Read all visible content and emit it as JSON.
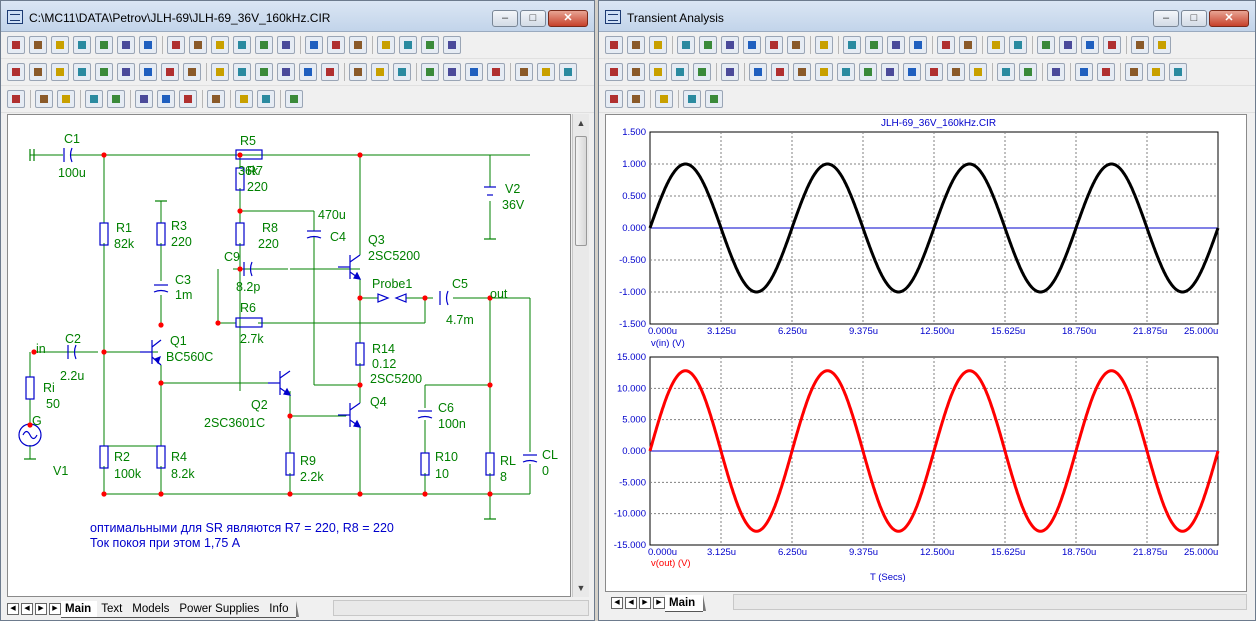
{
  "left_window": {
    "title": "C:\\MC11\\DATA\\Petrov\\JLH-69\\JLH-69_36V_160kHz.CIR",
    "tabs": [
      "Main",
      "Text",
      "Models",
      "Power Supplies",
      "Info"
    ],
    "active_tab": "Main"
  },
  "right_window": {
    "title": "Transient Analysis",
    "tabs": [
      "Main"
    ],
    "active_tab": "Main"
  },
  "schematic": {
    "components": {
      "C1": {
        "name": "C1",
        "value": "100u"
      },
      "R5": {
        "name": "R5",
        "value": "36k"
      },
      "R7": {
        "name": "R7",
        "value": "220"
      },
      "V2": {
        "name": "V2",
        "value": "36V"
      },
      "R1": {
        "name": "R1",
        "value": "82k"
      },
      "R3": {
        "name": "R3",
        "value": "220"
      },
      "R8": {
        "name": "R8",
        "value": "220"
      },
      "C4": {
        "name": "C4",
        "value": "470u"
      },
      "Q3": {
        "name": "Q3",
        "value": "2SC5200"
      },
      "C9": {
        "name": "C9",
        "value": "8.2p"
      },
      "C3": {
        "name": "C3",
        "value": "1m"
      },
      "Probe1": {
        "name": "Probe1"
      },
      "C5": {
        "name": "C5",
        "value": "4.7m"
      },
      "R6": {
        "name": "R6",
        "value": "2.7k"
      },
      "C2": {
        "name": "C2",
        "value": "2.2u"
      },
      "Q1": {
        "name": "Q1",
        "value": "BC560C"
      },
      "R14": {
        "name": "R14",
        "value": "0.12"
      },
      "Q4": {
        "name": "Q4",
        "value": "2SC5200"
      },
      "Ri": {
        "name": "Ri",
        "value": "50"
      },
      "Q2": {
        "name": "Q2",
        "value": "2SC3601C"
      },
      "C6": {
        "name": "C6",
        "value": "100n"
      },
      "V1": {
        "name": "V1"
      },
      "R2": {
        "name": "R2",
        "value": "100k"
      },
      "R4": {
        "name": "R4",
        "value": "8.2k"
      },
      "R9": {
        "name": "R9",
        "value": "2.2k"
      },
      "R10": {
        "name": "R10",
        "value": "10"
      },
      "RL": {
        "name": "RL",
        "value": "8"
      },
      "CL": {
        "name": "CL",
        "value": "0"
      }
    },
    "node_labels": {
      "in": "in",
      "out": "out",
      "g": "G"
    },
    "note_line1": "оптимальными для SR являются R7 = 220, R8 = 220",
    "note_line2": "Ток покоя при этом 1,75 А"
  },
  "colors": {
    "wire": "#008000",
    "component": "#0000cc",
    "label": "#008000",
    "node": "#ff0000",
    "note": "#0000cc",
    "trace_in": "#000000",
    "trace_out": "#ff0000",
    "axis_text": "#0000cc"
  },
  "chart_data": [
    {
      "type": "line",
      "title": "JLH-69_36V_160kHz.CIR",
      "xlabel": "",
      "ylabel": "v(in) (V)",
      "xlim": [
        0,
        25
      ],
      "ylim": [
        -1.5,
        1.5
      ],
      "x_ticks": [
        "0.000u",
        "3.125u",
        "6.250u",
        "9.375u",
        "12.500u",
        "15.625u",
        "18.750u",
        "21.875u",
        "25.000u"
      ],
      "y_ticks": [
        "1.500",
        "1.000",
        "0.500",
        "0.000",
        "-0.500",
        "-1.000",
        "-1.500"
      ],
      "grid": true,
      "series": [
        {
          "name": "v(in) (V)",
          "function": "sine",
          "amplitude": 1.0,
          "frequency_mhz": 0.16,
          "phase_deg": 0,
          "color": "#000000"
        }
      ]
    },
    {
      "type": "line",
      "title": "",
      "xlabel": "T (Secs)",
      "ylabel": "v(out) (V)",
      "xlim": [
        0,
        25
      ],
      "ylim": [
        -15,
        15
      ],
      "x_ticks": [
        "0.000u",
        "3.125u",
        "6.250u",
        "9.375u",
        "12.500u",
        "15.625u",
        "18.750u",
        "21.875u",
        "25.000u"
      ],
      "y_ticks": [
        "15.000",
        "10.000",
        "5.000",
        "0.000",
        "-5.000",
        "-10.000",
        "-15.000"
      ],
      "grid": true,
      "series": [
        {
          "name": "v(out) (V)",
          "function": "sine",
          "amplitude": 12.8,
          "frequency_mhz": 0.16,
          "phase_deg": 0,
          "color": "#ff0000"
        }
      ]
    }
  ]
}
